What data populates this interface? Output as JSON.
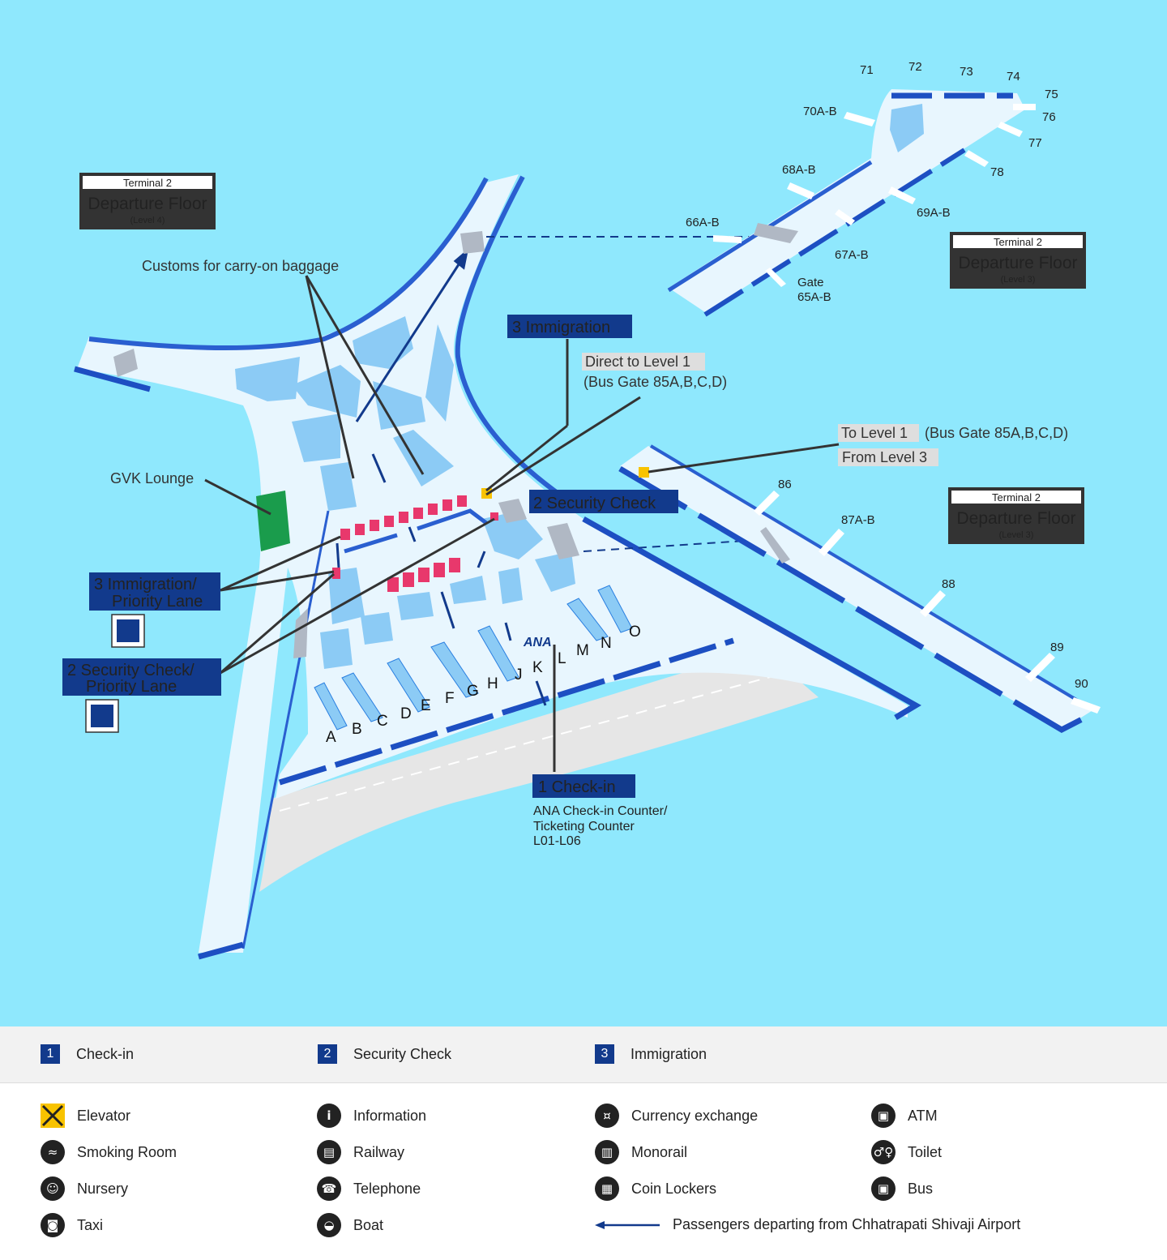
{
  "terminal_boxes": [
    {
      "terminal": "Terminal 2",
      "floor": "Departure Floor",
      "level": "(Level 4)"
    },
    {
      "terminal": "Terminal 2",
      "floor": "Departure Floor",
      "level": "(Level 3)"
    },
    {
      "terminal": "Terminal 2",
      "floor": "Departure Floor",
      "level": "(Level 3)"
    }
  ],
  "gates": {
    "g71": "71",
    "g72": "72",
    "g73": "73",
    "g74": "74",
    "g75": "75",
    "g76": "76",
    "g77": "77",
    "g78": "78",
    "g70ab": "70A-B",
    "g68ab": "68A-B",
    "g69ab": "69A-B",
    "g66ab": "66A-B",
    "g67ab": "67A-B",
    "gate_word": "Gate",
    "g65ab": "65A-B",
    "g86": "86",
    "g87ab": "87A-B",
    "g88": "88",
    "g89": "89",
    "g90": "90"
  },
  "callouts": {
    "customs": "Customs for carry-on baggage",
    "immigration": "3 Immigration",
    "direct_level1": "Direct to Level 1",
    "bus_gate1": "(Bus Gate 85A,B,C,D)",
    "to_level1": "To Level 1",
    "bus_gate2": "(Bus Gate 85A,B,C,D)",
    "from_level3": "From Level 3",
    "gvk_lounge": "GVK Lounge",
    "security_check": "2 Security Check",
    "imm_priority_1": "3 Immigration/",
    "imm_priority_2": "Priority Lane",
    "sec_priority_1": "2 Security Check/",
    "sec_priority_2": "Priority Lane",
    "checkin": "1 Check-in",
    "ana_counter_1": "ANA Check-in Counter/",
    "ana_counter_2": "Ticketing Counter",
    "ana_counter_3": "L01-L06",
    "ana_logo": "ANA"
  },
  "counters": [
    "A",
    "B",
    "C",
    "D",
    "E",
    "F",
    "G",
    "H",
    "J",
    "K",
    "L",
    "M",
    "N",
    "O"
  ],
  "legend_steps": [
    {
      "num": "1",
      "label": "Check-in"
    },
    {
      "num": "2",
      "label": "Security Check"
    },
    {
      "num": "3",
      "label": "Immigration"
    }
  ],
  "legend_icons": [
    {
      "icon": "elevator-icon",
      "label": "Elevator"
    },
    {
      "icon": "information-icon",
      "label": "Information"
    },
    {
      "icon": "currency-exchange-icon",
      "label": "Currency exchange"
    },
    {
      "icon": "atm-icon",
      "label": "ATM"
    },
    {
      "icon": "smoking-room-icon",
      "label": "Smoking Room"
    },
    {
      "icon": "railway-icon",
      "label": "Railway"
    },
    {
      "icon": "monorail-icon",
      "label": "Monorail"
    },
    {
      "icon": "toilet-icon",
      "label": "Toilet"
    },
    {
      "icon": "nursery-icon",
      "label": "Nursery"
    },
    {
      "icon": "telephone-icon",
      "label": "Telephone"
    },
    {
      "icon": "coin-lockers-icon",
      "label": "Coin Lockers"
    },
    {
      "icon": "bus-icon",
      "label": "Bus"
    },
    {
      "icon": "taxi-icon",
      "label": "Taxi"
    },
    {
      "icon": "boat-icon",
      "label": "Boat"
    }
  ],
  "route_legend": "Passengers departing from Chhatrapati Shivaji Airport",
  "colors": {
    "sea": "#8fe8fd",
    "terminal_floor": "#e8f6fe",
    "building_blue": "#8ccbf5",
    "wall_blue": "#1d4fc2",
    "navy_label": "#123a8c",
    "counter_pink": "#e8386c",
    "lounge_green": "#1a9c4c",
    "elevator_yellow": "#f8c300"
  }
}
